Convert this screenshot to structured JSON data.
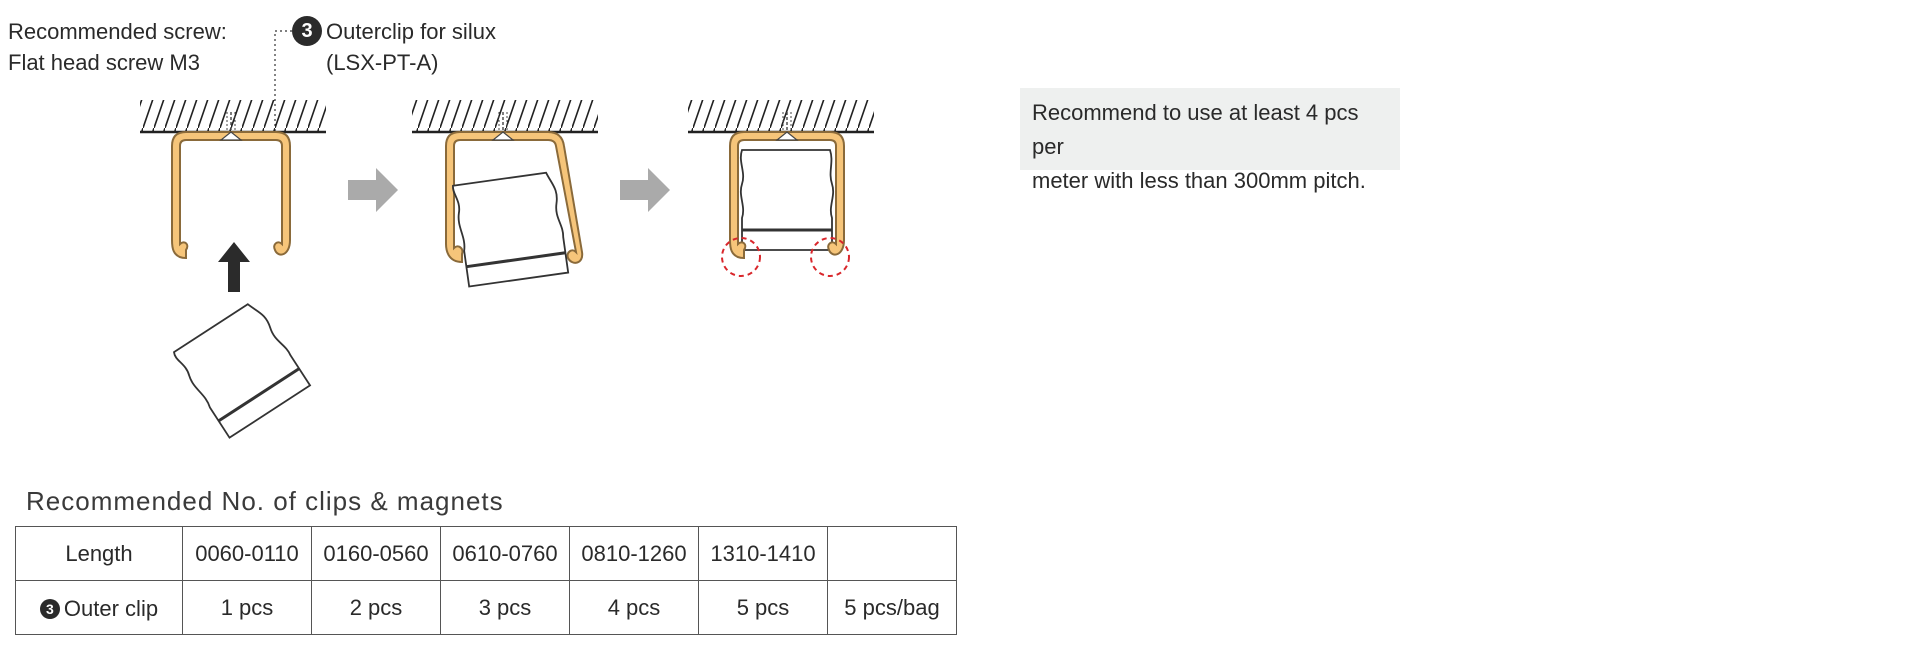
{
  "screw_note": {
    "line1": "Recommended screw:",
    "line2": "Flat head screw M3"
  },
  "clip_callout": {
    "number": "3",
    "line1": "Outerclip for silux",
    "line2": "(LSX-PT-A)"
  },
  "note": {
    "line1": "Recommend to use at least 4 pcs per",
    "line2": "meter with less than 300mm pitch."
  },
  "table": {
    "title": "Recommended No. of clips  & magnets",
    "header_label": "Length",
    "ranges": [
      "0060-0110",
      "0160-0560",
      "0610-0760",
      "0810-1260",
      "1310-1410",
      ""
    ],
    "row_number": "3",
    "row_label": "Outer clip",
    "values": [
      "1 pcs",
      "2 pcs",
      "3 pcs",
      "4 pcs",
      "5 pcs",
      "5 pcs/bag"
    ]
  },
  "colors": {
    "clip_fill": "#f6c57a",
    "clip_stroke": "#8a6a3a",
    "arrow_gray": "#aaaaaa",
    "arrow_dark": "#2b2b2b",
    "highlight_red": "#d9262b",
    "note_bg": "#eef0ef"
  },
  "icons": [
    "ceiling-hatch",
    "screw-icon",
    "gray-arrow-icon",
    "up-arrow-icon",
    "profile-block",
    "red-circle-marker"
  ]
}
